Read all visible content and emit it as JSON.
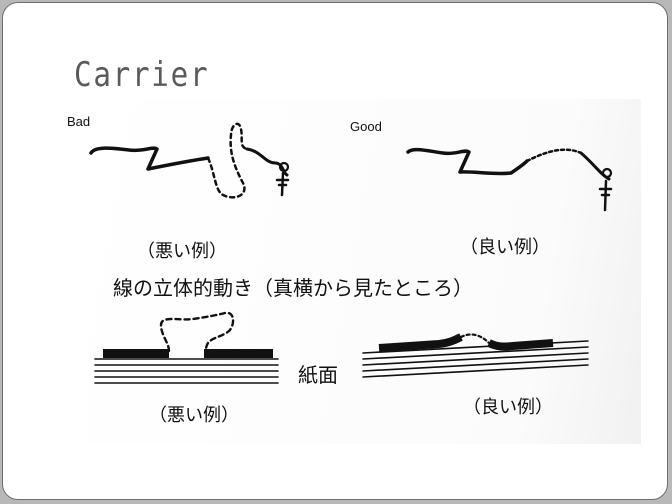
{
  "slide": {
    "title": "Carrier",
    "label_bad": "Bad",
    "label_good": "Good",
    "caption_bad_top": "（悪い例）",
    "caption_good_top": "（良い例）",
    "side_view_heading": "線の立体的動き（真横から見たところ）",
    "paper_label": "紙面",
    "caption_bad_bottom": "（悪い例）",
    "caption_good_bottom": "（良い例）"
  }
}
